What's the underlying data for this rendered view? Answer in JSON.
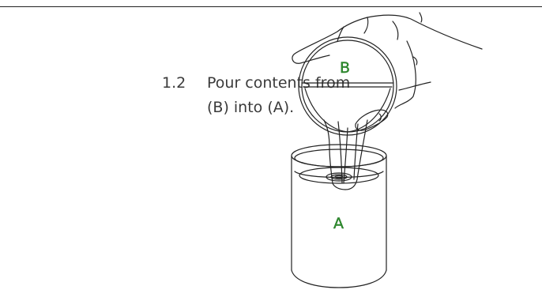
{
  "step": {
    "number": "1.2",
    "line1": "Pour contents from",
    "line2": "(B) into (A)."
  },
  "illustration": {
    "label_b": "B",
    "label_a": "A",
    "label_color": "#2f8f2f"
  }
}
